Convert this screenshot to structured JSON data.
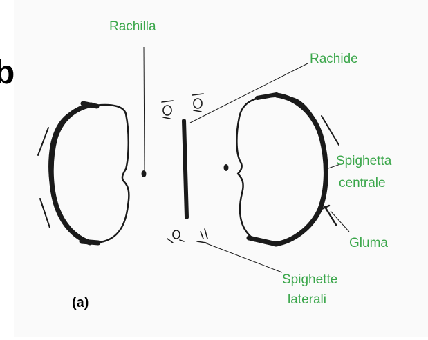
{
  "colors": {
    "label_text": "#3aa64a",
    "ink": "#1a1a1a",
    "panel_background": "#fafafa"
  },
  "edge_glyph": "b",
  "labels": {
    "rachilla": "Rachilla",
    "rachide": "Rachide",
    "spighetta_centrale_line1": "Spighetta",
    "spighetta_centrale_line2": "centrale",
    "gluma": "Gluma",
    "spighette_laterali_line1": "Spighette",
    "spighette_laterali_line2": "laterali"
  },
  "caption": "(a)"
}
